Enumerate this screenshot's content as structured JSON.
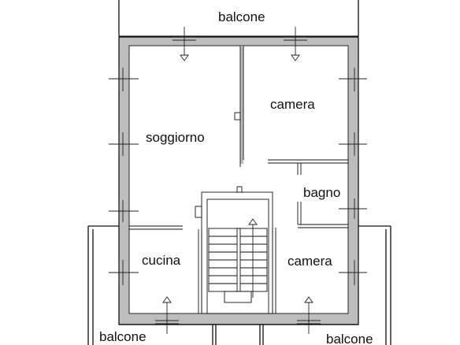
{
  "rooms": {
    "balcone_top": "balcone",
    "camera_top": "camera",
    "soggiorno": "soggiorno",
    "bagno": "bagno",
    "cucina": "cucina",
    "camera_bottom": "camera",
    "balcone_bottom_left": "balcone",
    "balcone_bottom_right": "balcone"
  },
  "colors": {
    "wall_line": "#111111",
    "wall_fill": "#bdbdbd",
    "background": "#ffffff"
  }
}
